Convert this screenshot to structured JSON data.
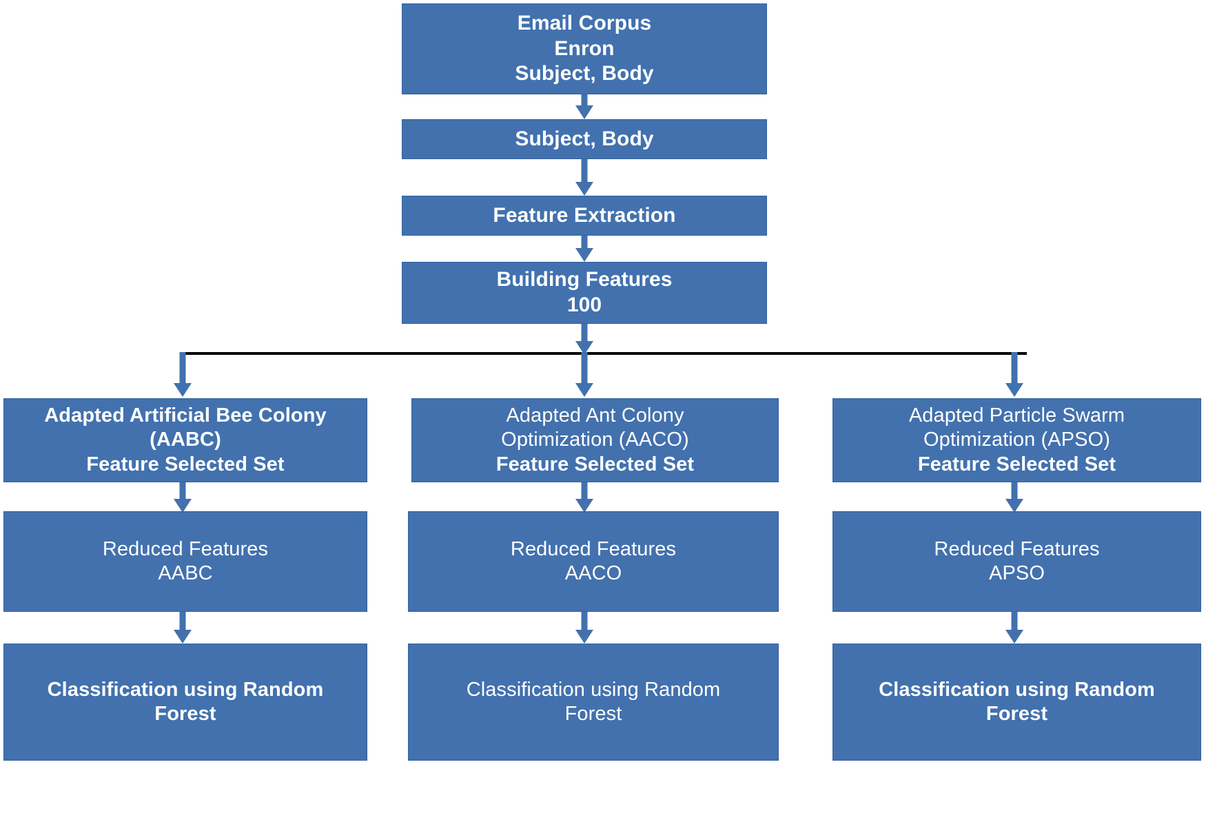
{
  "diagram": {
    "title": "Email spam classification pipeline flowchart",
    "colors": {
      "node_fill": "#4271ae",
      "node_border": "#33609c",
      "node_text": "#ffffff",
      "arrow": "#4271ae",
      "split_line": "#000000",
      "background": "#ffffff"
    },
    "pipeline": {
      "source": {
        "lines": [
          "Email Corpus",
          "Enron",
          "Subject, Body"
        ]
      },
      "fields": {
        "lines": [
          "Subject, Body"
        ]
      },
      "extraction": {
        "lines": [
          "Feature Extraction"
        ]
      },
      "building": {
        "lines": [
          "Building Features",
          "100"
        ]
      }
    },
    "branches": [
      {
        "id": "aabc",
        "algorithm": {
          "lines": [
            "Adapted Artificial Bee Colony",
            "(AABC)",
            "Feature Selected Set"
          ]
        },
        "reduced": {
          "lines": [
            "Reduced Features",
            "AABC"
          ]
        },
        "classifier": {
          "lines": [
            "Classification using Random",
            "Forest"
          ]
        }
      },
      {
        "id": "aaco",
        "algorithm": {
          "lines": [
            "Adapted Ant Colony",
            "Optimization (AACO)",
            "Feature Selected Set"
          ]
        },
        "reduced": {
          "lines": [
            "Reduced Features",
            "AACO"
          ]
        },
        "classifier": {
          "lines": [
            "Classification using Random",
            "Forest"
          ]
        }
      },
      {
        "id": "apso",
        "algorithm": {
          "lines": [
            "Adapted Particle Swarm",
            "Optimization (APSO)",
            "Feature Selected Set"
          ]
        },
        "reduced": {
          "lines": [
            "Reduced Features",
            "APSO"
          ]
        },
        "classifier": {
          "lines": [
            "Classification using Random",
            "Forest"
          ]
        }
      }
    ]
  }
}
